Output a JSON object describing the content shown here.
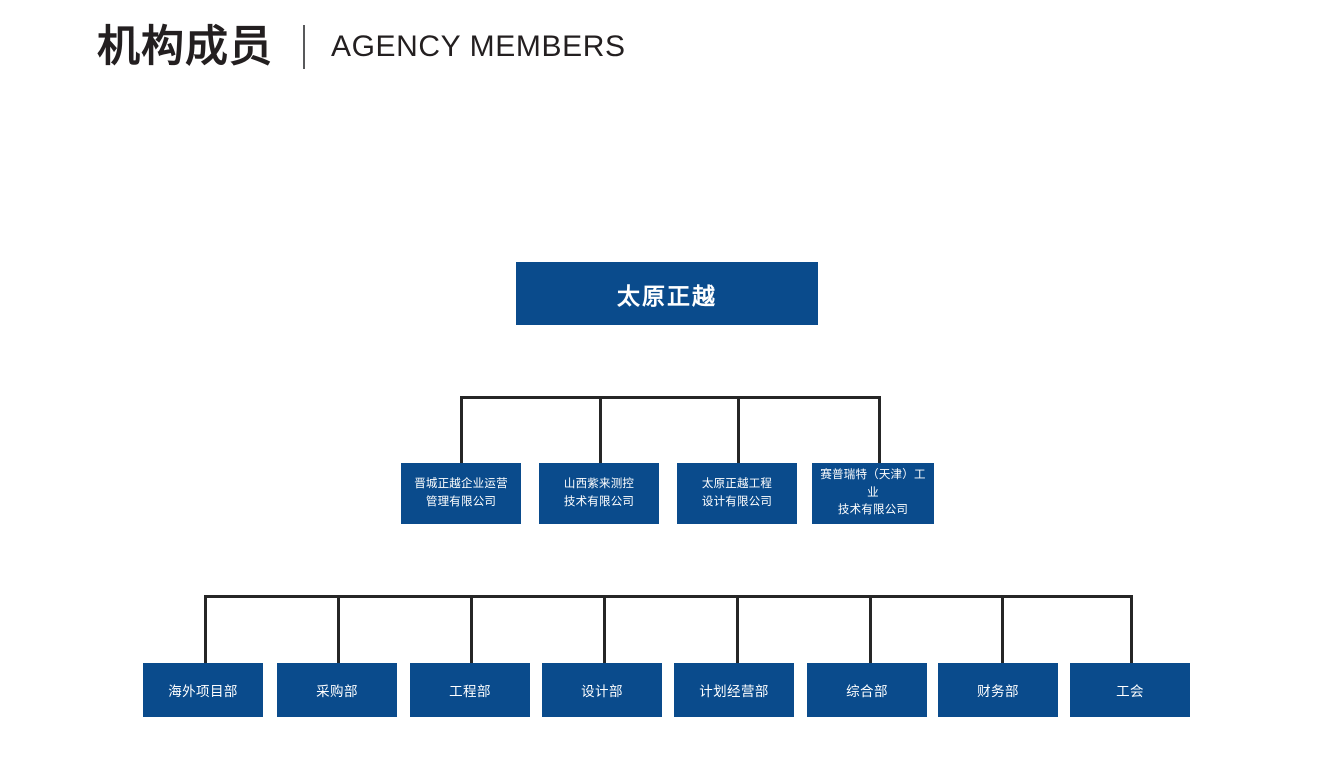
{
  "header": {
    "title_cn": "机构成员",
    "title_en": "AGENCY MEMBERS"
  },
  "colors": {
    "node_fill": "#0a4b8c",
    "node_text": "#ffffff",
    "connector": "#262626",
    "title_text": "#231f20",
    "background": "#ffffff"
  },
  "chart_data": {
    "type": "diagram",
    "subtype": "organization-chart",
    "title": "机构成员 / AGENCY MEMBERS",
    "levels": 3,
    "root": {
      "label": "太原正越"
    },
    "subsidiaries": [
      {
        "line1": "晋城正越企业运营",
        "line2": "管理有限公司",
        "full": "晋城正越企业运营管理有限公司"
      },
      {
        "line1": "山西紫来测控",
        "line2": "技术有限公司",
        "full": "山西紫来测控技术有限公司"
      },
      {
        "line1": "太原正越工程",
        "line2": "设计有限公司",
        "full": "太原正越工程设计有限公司"
      },
      {
        "line1": "赛普瑞特（天津）工业",
        "line2": "技术有限公司",
        "full": "赛普瑞特（天津）工业技术有限公司"
      }
    ],
    "departments": [
      {
        "label": "海外项目部"
      },
      {
        "label": "采购部"
      },
      {
        "label": "工程部"
      },
      {
        "label": "设计部"
      },
      {
        "label": "计划经营部"
      },
      {
        "label": "综合部"
      },
      {
        "label": "财务部"
      },
      {
        "label": "工会"
      }
    ]
  }
}
